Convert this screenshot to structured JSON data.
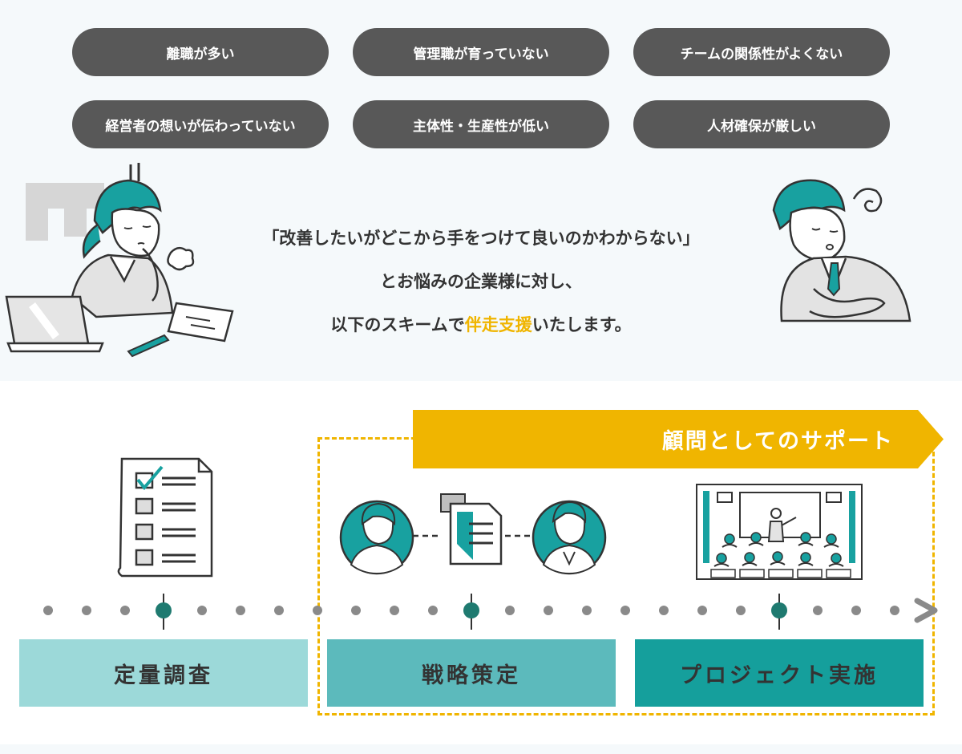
{
  "issues": [
    "離職が多い",
    "管理職が育っていない",
    "チームの関係性がよくない",
    "経営者の想いが伝わっていない",
    "主体性・生産性が低い",
    "人材確保が厳しい"
  ],
  "message": {
    "line1": "「改善したいがどこから手をつけて良いのかわからない」",
    "line2": "とお悩みの企業様に対し、",
    "line3_before": "以下のスキームで",
    "line3_highlight": "伴走支援",
    "line3_after": "いたします。"
  },
  "support": {
    "label": "顧問としてのサポート"
  },
  "stages": [
    "定量調査",
    "戦略策定",
    "プロジェクト実施"
  ],
  "colors": {
    "pill": "#585858",
    "accent_yellow": "#f0b500",
    "teal": "#159f9c",
    "teal_mid": "#5cbabc",
    "teal_light": "#9cd9d9",
    "text": "#333333"
  },
  "icons": {
    "left_illustration": "worried-woman-at-laptop-illustration",
    "right_illustration": "confused-businessman-illustration",
    "stage1": "checklist-document-icon",
    "stage2": "consultation-people-document-icon",
    "stage3": "seminar-presentation-icon",
    "timeline_end": "chevron-right-icon"
  }
}
